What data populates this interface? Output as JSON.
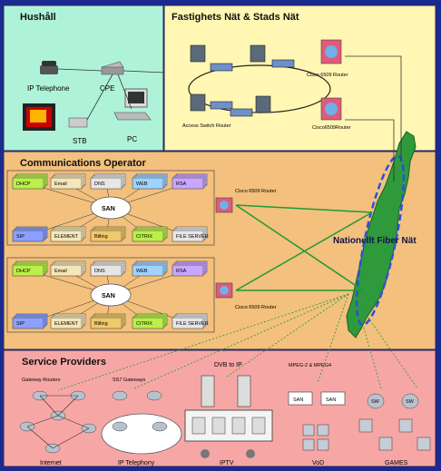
{
  "colors": {
    "background": "#1b2a8f",
    "household": "#aef3d9",
    "property_net": "#fff7b3",
    "operator": "#f3c07d",
    "providers": "#f6a7a5",
    "green_link": "#1d9b36",
    "fiber_oval": "#2a4fe0"
  },
  "sections": {
    "household": "Hushåll",
    "property_net": "Fastighets Nät & Stads Nät",
    "operator": "Communications Operator",
    "providers": "Service Providers"
  },
  "household": {
    "ip_telephone": "IP Telephone",
    "cpe": "CPE",
    "stb": "STB",
    "pc": "PC"
  },
  "property_net": {
    "router_top": "Cisco 6509 Router",
    "access_switch": "Access Switch Router",
    "router_bottom": "Cisco6509Router"
  },
  "operator": {
    "top_services": [
      "DHCP",
      "Email",
      "DNS",
      "WEB",
      "RSA"
    ],
    "bottom_services": [
      "SIP",
      "ELEMENT",
      "Billing",
      "CITRIX",
      "FILE SERVER"
    ],
    "san": "SAN",
    "router_label": "Cisco 6509 Router"
  },
  "fiber": {
    "label": "Nationellt Fiber Nät"
  },
  "providers": {
    "gateway_routers": "Gateway Routers",
    "ss7_gateways": "SS7 Gateways",
    "dvb_to_ip": "DVB to IP",
    "mpeg": "MPEG-2 & MPEG4",
    "san": "SAN",
    "sw": "SW",
    "internet": "Internet",
    "ip_telephony": "IP Telephony",
    "iptv": "IPTV",
    "vod": "VoD",
    "games": "GAMES"
  }
}
